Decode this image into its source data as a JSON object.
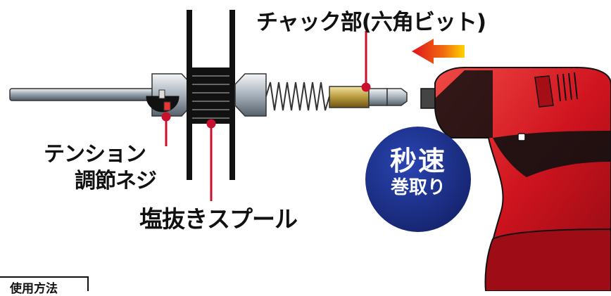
{
  "labels": {
    "chuck": "チャック部(六角ビット)",
    "tension_line1": "テンション",
    "tension_line2": "調節ネジ",
    "spool": "塩抜きスプール",
    "badge_line1": "秒速",
    "badge_line2": "巻取り",
    "usage": "使用方法"
  },
  "icons": [
    "red-arrow-icon"
  ],
  "colors": {
    "drill_red": "#d0141f",
    "badge_blue": "#1a2f8a",
    "leader_red": "#c8102e",
    "spool_black": "#111111"
  }
}
